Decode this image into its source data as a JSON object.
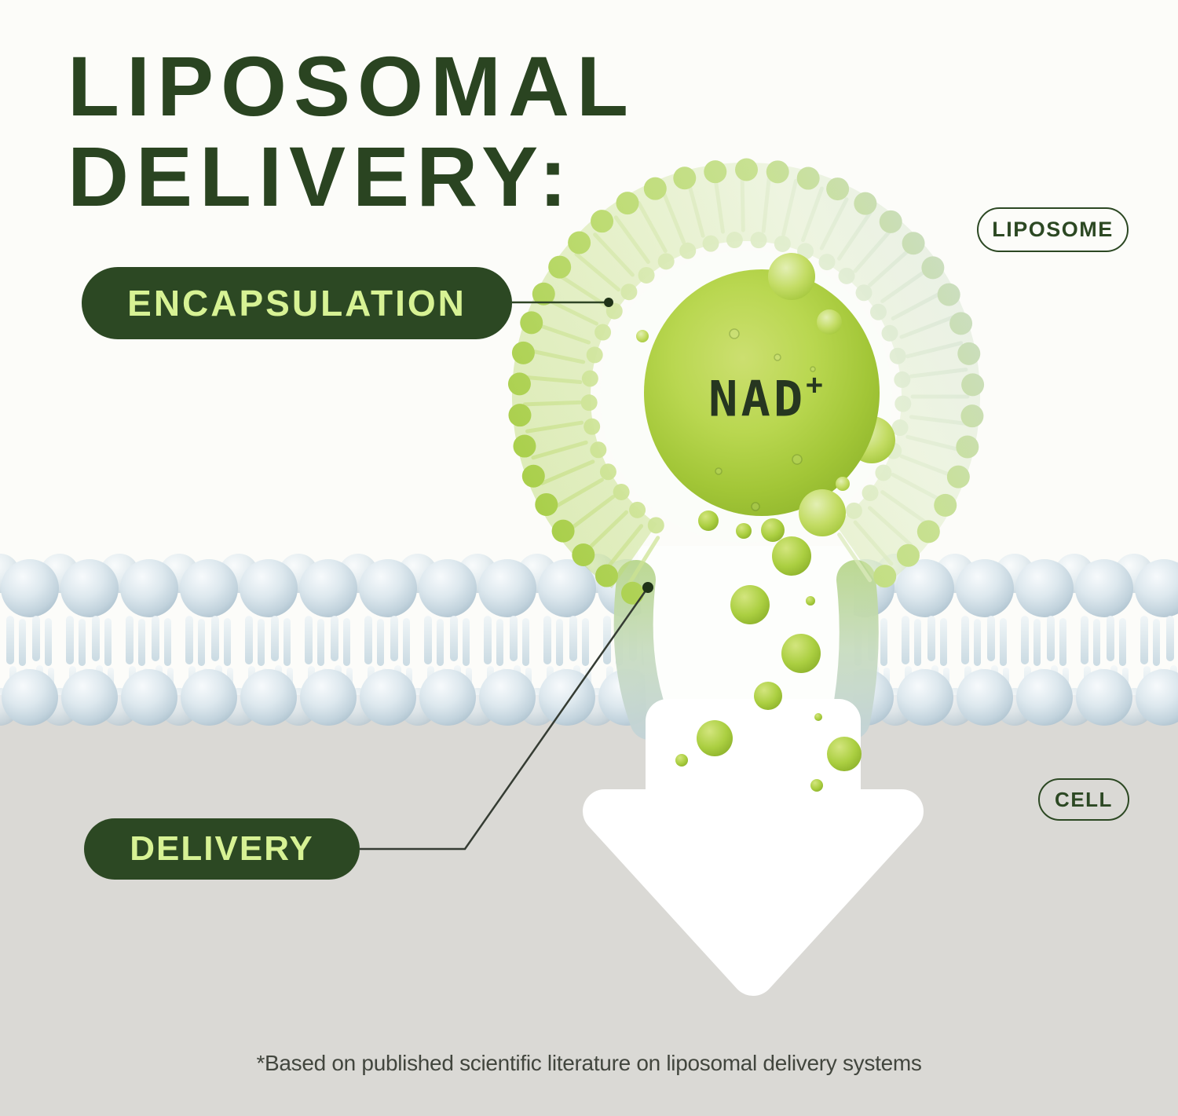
{
  "title": {
    "line1": "LIPOSOMAL",
    "line2": "DELIVERY:"
  },
  "labels": {
    "encapsulation": "ENCAPSULATION",
    "liposome": "LIPOSOME",
    "delivery": "DELIVERY",
    "cell": "CELL"
  },
  "molecule": {
    "name": "NAD",
    "charge": "+"
  },
  "footnote": {
    "text": "*Based on published scientific literature on liposomal delivery systems"
  },
  "colors": {
    "dark_green": "#2c4823",
    "title_green": "#2a4421",
    "light_green_text": "#d7f294",
    "droplet_green": "#a9cc3e",
    "liposome_ring_green": "#b8d75e",
    "membrane_blue": "#c6d6e0",
    "background_top": "#fcfcf9",
    "background_cell": "#dad9d5",
    "arrow_white": "#ffffff"
  }
}
